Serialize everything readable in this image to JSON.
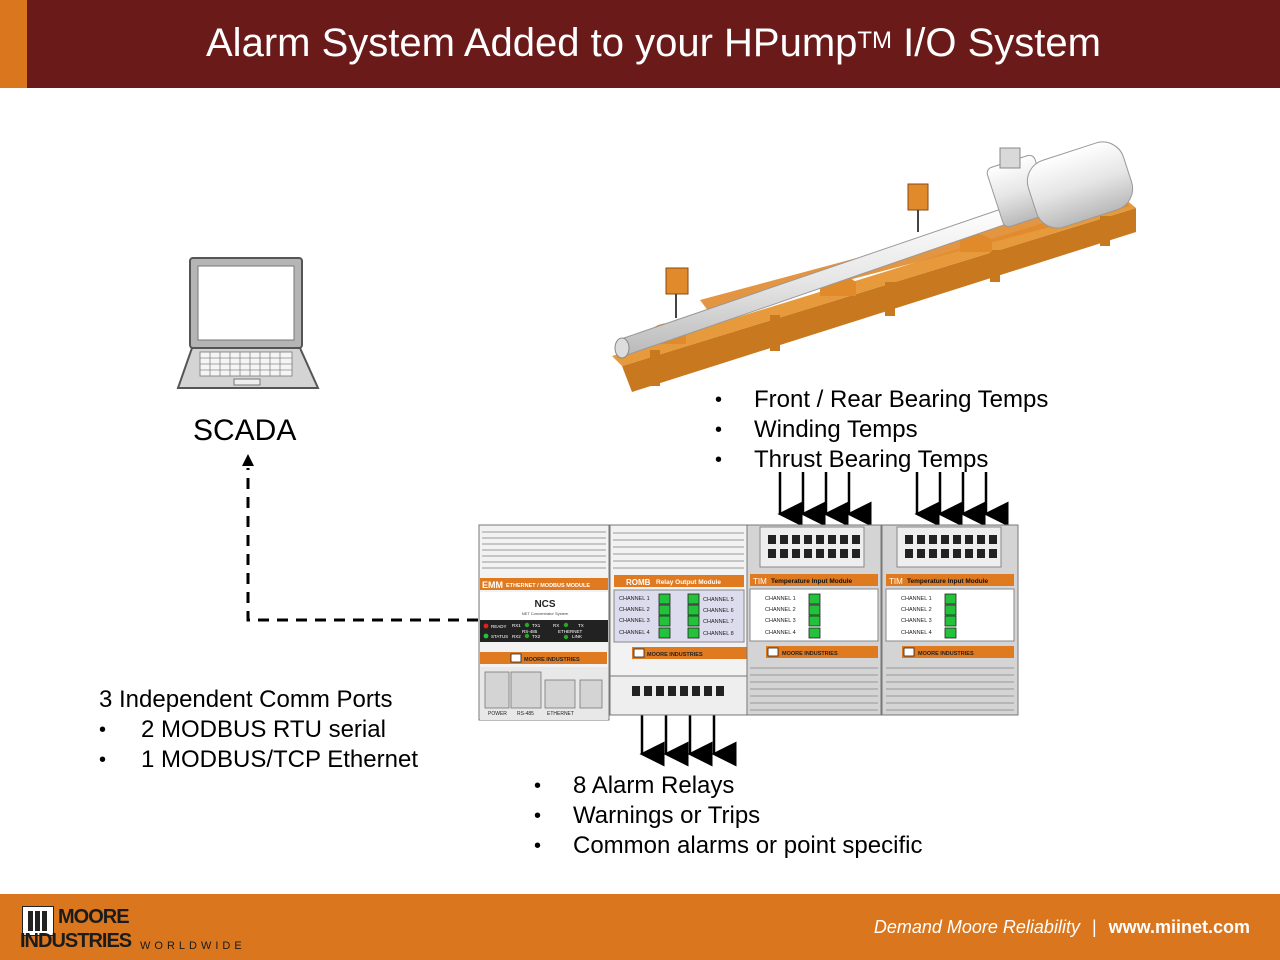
{
  "header": {
    "title_main": "Alarm System Added to your HPump",
    "title_sup": "TM",
    "title_tail": " I/O System"
  },
  "scada": {
    "label": "SCADA"
  },
  "sensors": {
    "items": [
      "Front / Rear Bearing Temps",
      "Winding Temps",
      "Thrust Bearing Temps"
    ]
  },
  "comm": {
    "heading": "3 Independent Comm Ports",
    "items": [
      "2 MODBUS RTU serial",
      "1 MODBUS/TCP Ethernet"
    ]
  },
  "relays": {
    "items": [
      "8 Alarm Relays",
      "Warnings or Trips",
      "Common alarms or point specific"
    ]
  },
  "modules": {
    "emm": {
      "code": "EMM",
      "name": "ETHERNET / MODBUS MODULE",
      "ncs": "NCS",
      "ncs_sub": "NET Concentrator System",
      "leds": [
        "READY",
        "STATUS",
        "RX1",
        "TX1",
        "RX2",
        "TX2",
        "RX",
        "TX",
        "RS-485",
        "ETHERNET",
        "LINK"
      ],
      "ports": [
        "POWER",
        "RS-485",
        "ETHERNET"
      ]
    },
    "romb": {
      "code": "ROMB",
      "name": "Relay Output Module",
      "channels": [
        "CHANNEL 1",
        "CHANNEL 2",
        "CHANNEL 3",
        "CHANNEL 4",
        "CHANNEL 5",
        "CHANNEL 6",
        "CHANNEL 7",
        "CHANNEL 8"
      ]
    },
    "tim": {
      "code": "TIM",
      "name": "Temperature Input Module",
      "channels": [
        "CHANNEL 1",
        "CHANNEL 2",
        "CHANNEL 3",
        "CHANNEL 4"
      ]
    },
    "brand": "MOORE INDUSTRIES"
  },
  "footer": {
    "tagline": "Demand Moore Reliability",
    "separator": "|",
    "url": "www.miinet.com",
    "logo_line1": "MOORE",
    "logo_line2": "INDUSTRIES",
    "logo_line3": "WORLDWIDE"
  },
  "colors": {
    "title_bg": "#6b1a1a",
    "accent": "#d9761e",
    "led_green": "#22c23a",
    "module_orange": "#e07a20"
  }
}
